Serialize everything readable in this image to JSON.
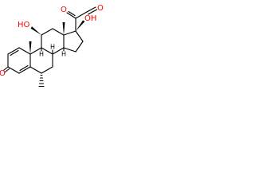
{
  "molecule": {
    "labels": {
      "oh_11": "HO",
      "oh_17": "OH",
      "o_3": "O",
      "o_20": "O",
      "o_21": "O",
      "h_9": "H",
      "h_8": "H",
      "h_14": "H"
    },
    "colors": {
      "bond": "#000000",
      "heteroatom": "#ff0000"
    }
  }
}
